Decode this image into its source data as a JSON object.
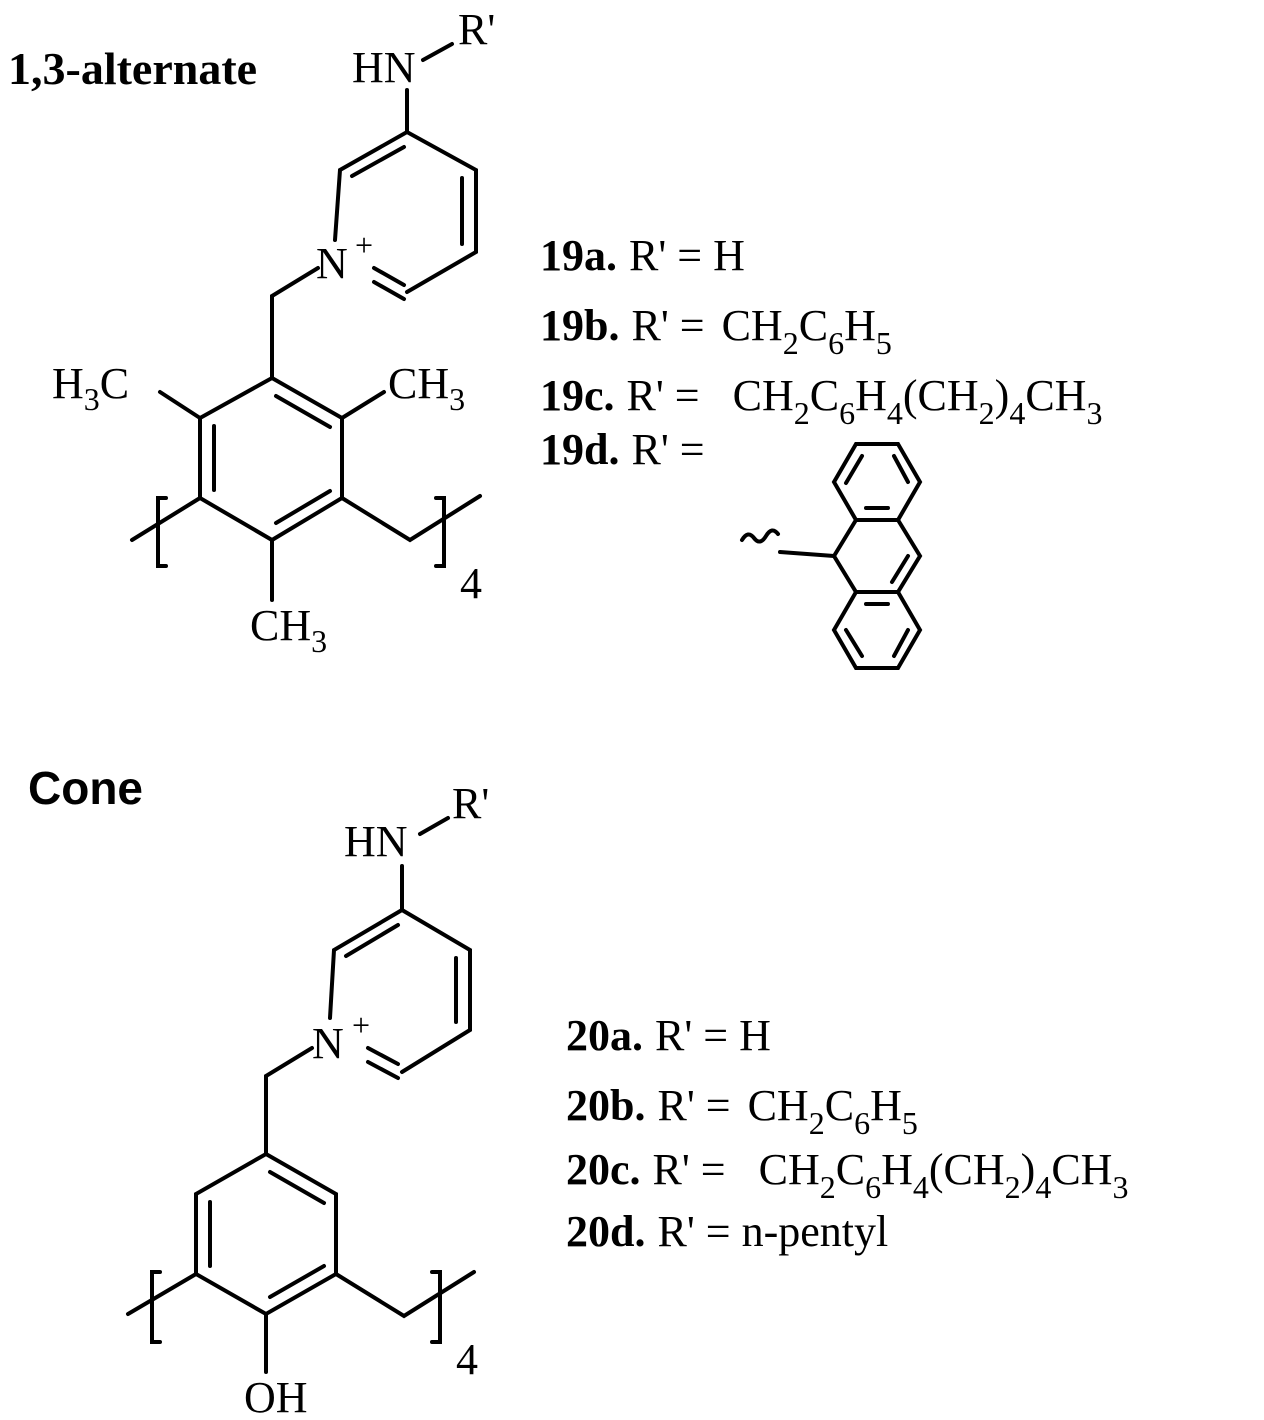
{
  "sections": [
    {
      "title": "1,3-alternate",
      "labels": {
        "hn": "HN",
        "r_prime": "R'",
        "n_plus": "N",
        "plus": "+",
        "h3c_h3": "H",
        "h3c_sub": "3",
        "h3c_c": "C",
        "ch3_right_c": "CH",
        "ch3_right_sub": "3",
        "ch3_bottom_c": "CH",
        "ch3_bottom_sub": "3",
        "repeat": "4"
      },
      "compounds": [
        {
          "id": "19a.",
          "eq": "R' = H"
        },
        {
          "id": "19b.",
          "eq": "R' = ",
          "f1": "CH",
          "s1": "2",
          "f2": "C",
          "s2": "6",
          "f3": "H",
          "s3": "5"
        },
        {
          "id": "19c.",
          "eq": "R' = ",
          "f1": "CH",
          "s1": "2",
          "f2": "C",
          "s2": "6",
          "f3": "H",
          "s3": "4",
          "f4": "(CH",
          "s4": "2",
          "f5": ")",
          "s5": "4",
          "f6": "CH",
          "s6": "3"
        },
        {
          "id": "19d.",
          "eq": "R' ="
        }
      ]
    },
    {
      "title": "Cone",
      "labels": {
        "hn": "HN",
        "r_prime": "R'",
        "n_plus": "N",
        "plus": "+",
        "oh": "OH",
        "repeat": "4"
      },
      "compounds": [
        {
          "id": "20a.",
          "eq": "R' = H"
        },
        {
          "id": "20b.",
          "eq": "R' = ",
          "f1": "CH",
          "s1": "2",
          "f2": "C",
          "s2": "6",
          "f3": "H",
          "s3": "5"
        },
        {
          "id": "20c.",
          "eq": "R' = ",
          "f1": "CH",
          "s1": "2",
          "f2": "C",
          "s2": "6",
          "f3": "H",
          "s3": "4",
          "f4": "(CH",
          "s4": "2",
          "f5": ")",
          "s5": "4",
          "f6": "CH",
          "s6": "3"
        },
        {
          "id": "20d.",
          "eq": "R' = n-pentyl"
        }
      ]
    }
  ]
}
